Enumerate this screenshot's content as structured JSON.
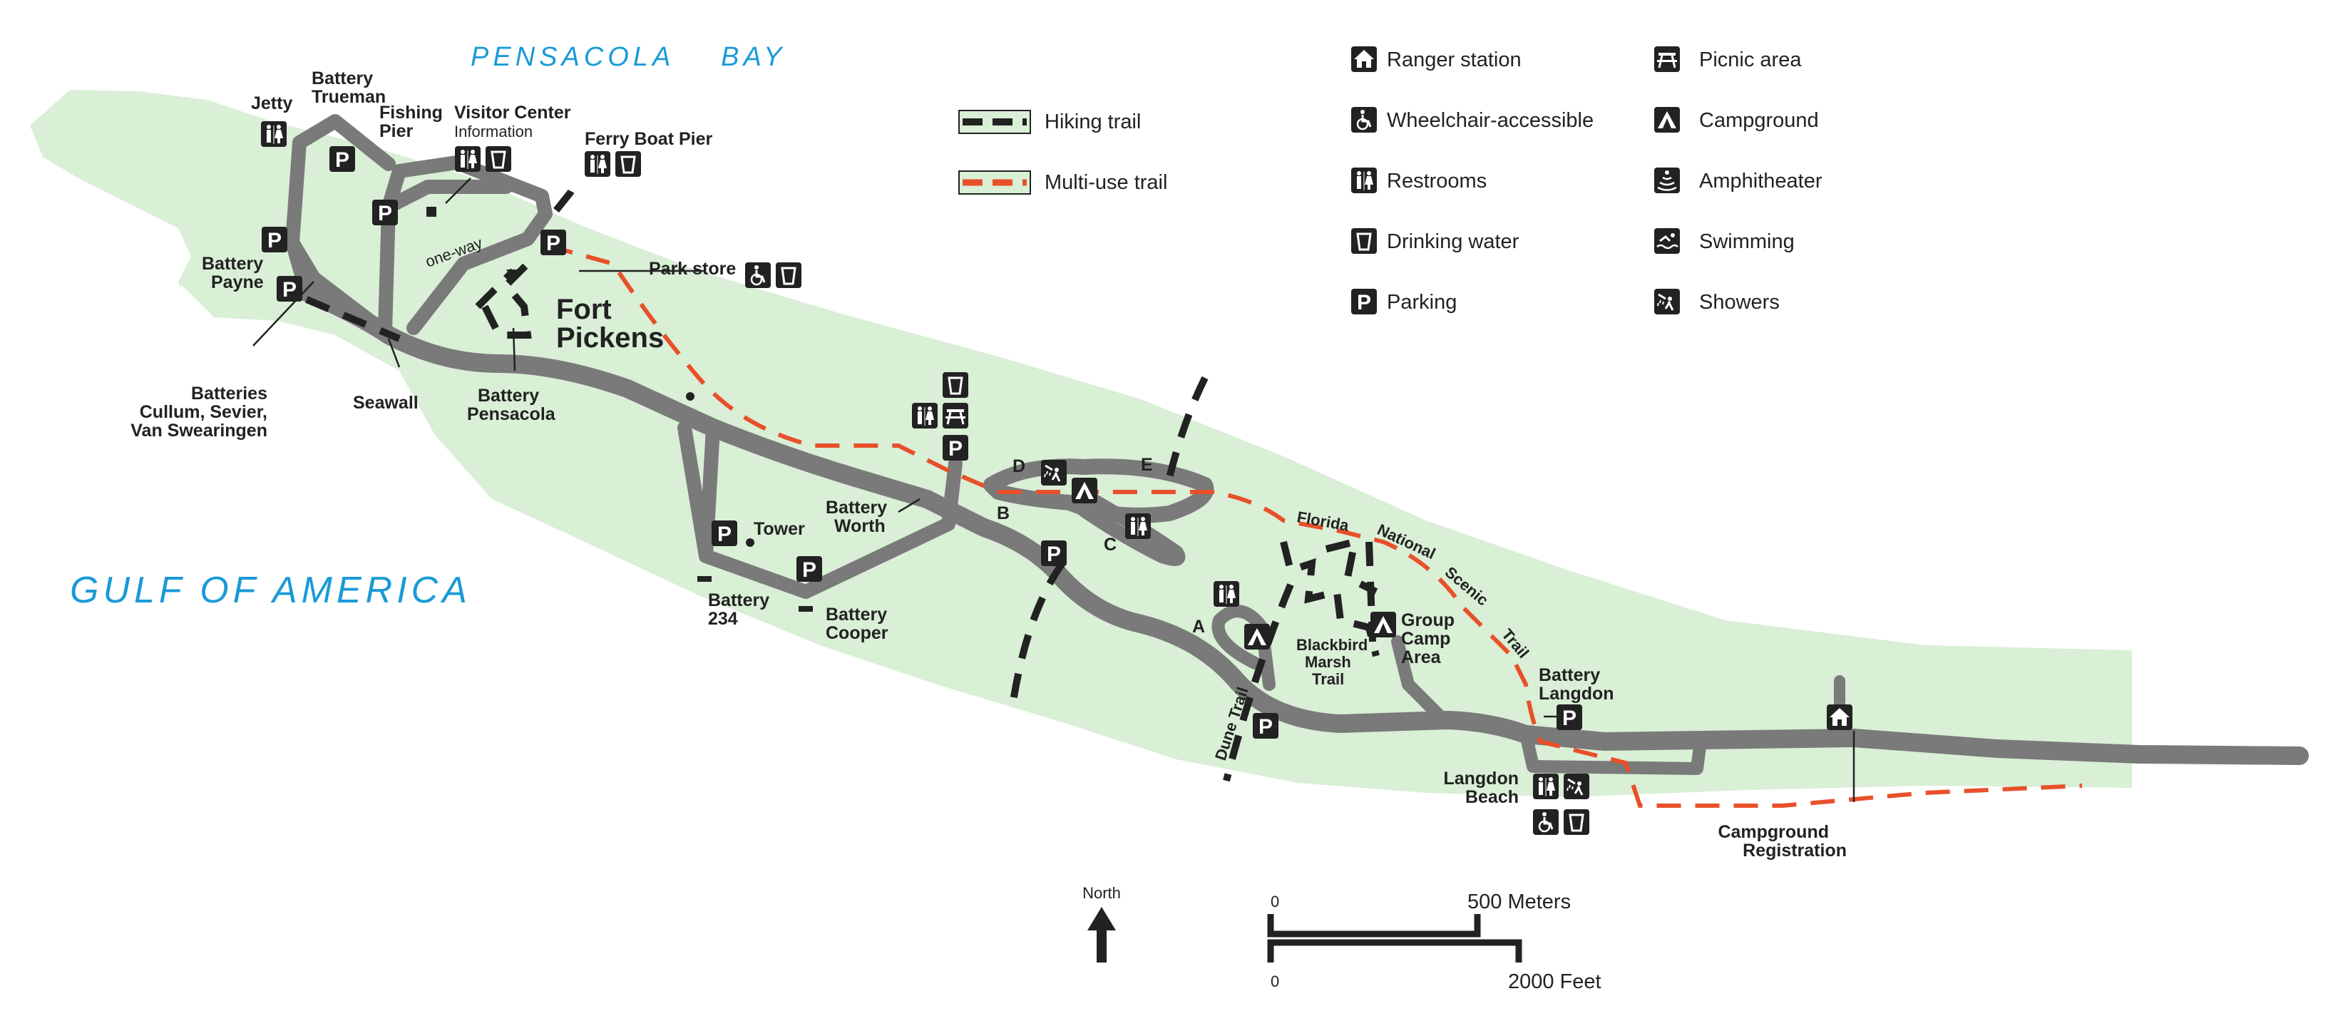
{
  "water": {
    "bay": "PENSACOLA    BAY",
    "gulf": "GULF OF AMERICA"
  },
  "colors": {
    "land": "#d9efd6",
    "road": "#7a7a7a",
    "hiking_trail": "#222222",
    "multi_use_trail": "#e8502a",
    "water_label": "#1a9ad6",
    "icon_bg": "#222222"
  },
  "legend": {
    "trails": [
      {
        "label": "Hiking trail"
      },
      {
        "label": "Multi-use trail"
      }
    ],
    "symbols_col1": [
      {
        "icon": "ranger-station-icon",
        "label": "Ranger station"
      },
      {
        "icon": "wheelchair-icon",
        "label": "Wheelchair-accessible"
      },
      {
        "icon": "restrooms-icon",
        "label": "Restrooms"
      },
      {
        "icon": "drinking-water-icon",
        "label": "Drinking water"
      },
      {
        "icon": "parking-icon",
        "label": "Parking"
      }
    ],
    "symbols_col2": [
      {
        "icon": "picnic-area-icon",
        "label": "Picnic area"
      },
      {
        "icon": "campground-icon",
        "label": "Campground"
      },
      {
        "icon": "amphitheater-icon",
        "label": "Amphitheater"
      },
      {
        "icon": "swimming-icon",
        "label": "Swimming"
      },
      {
        "icon": "showers-icon",
        "label": "Showers"
      }
    ]
  },
  "places": {
    "jetty": "Jetty",
    "battery_trueman_1": "Battery",
    "battery_trueman_2": "Trueman",
    "fishing_pier_1": "Fishing",
    "fishing_pier_2": "Pier",
    "visitor_center": "Visitor Center",
    "information": "Information",
    "ferry_boat_pier": "Ferry Boat Pier",
    "one_way": "one-way",
    "park_store": "Park store",
    "battery_payne_1": "Battery",
    "battery_payne_2": "Payne",
    "fort_pickens_1": "Fort",
    "fort_pickens_2": "Pickens",
    "batteries_1": "Batteries",
    "batteries_2": "Cullum, Sevier,",
    "batteries_3": "Van Swearingen",
    "seawall": "Seawall",
    "battery_pensacola_1": "Battery",
    "battery_pensacola_2": "Pensacola",
    "tower": "Tower",
    "battery_worth_1": "Battery",
    "battery_worth_2": "Worth",
    "battery_234_1": "Battery",
    "battery_234_2": "234",
    "battery_cooper_1": "Battery",
    "battery_cooper_2": "Cooper",
    "loop_a": "A",
    "loop_b": "B",
    "loop_c": "C",
    "loop_d": "D",
    "loop_e": "E",
    "florida": "Florida",
    "national": "National",
    "scenic": "Scenic",
    "trail": "Trail",
    "blackbird_1": "Blackbird",
    "blackbird_2": "Marsh",
    "blackbird_3": "Trail",
    "group_camp_1": "Group",
    "group_camp_2": "Camp",
    "group_camp_3": "Area",
    "dune_trail": "Dune Trail",
    "battery_langdon_1": "Battery",
    "battery_langdon_2": "Langdon",
    "langdon_beach_1": "Langdon",
    "langdon_beach_2": "Beach",
    "campground_reg_1": "Campground",
    "campground_reg_2": "Registration"
  },
  "north": "North",
  "scale": {
    "zero_top": "0",
    "meters": "500 Meters",
    "zero_bottom": "0",
    "feet": "2000 Feet"
  }
}
